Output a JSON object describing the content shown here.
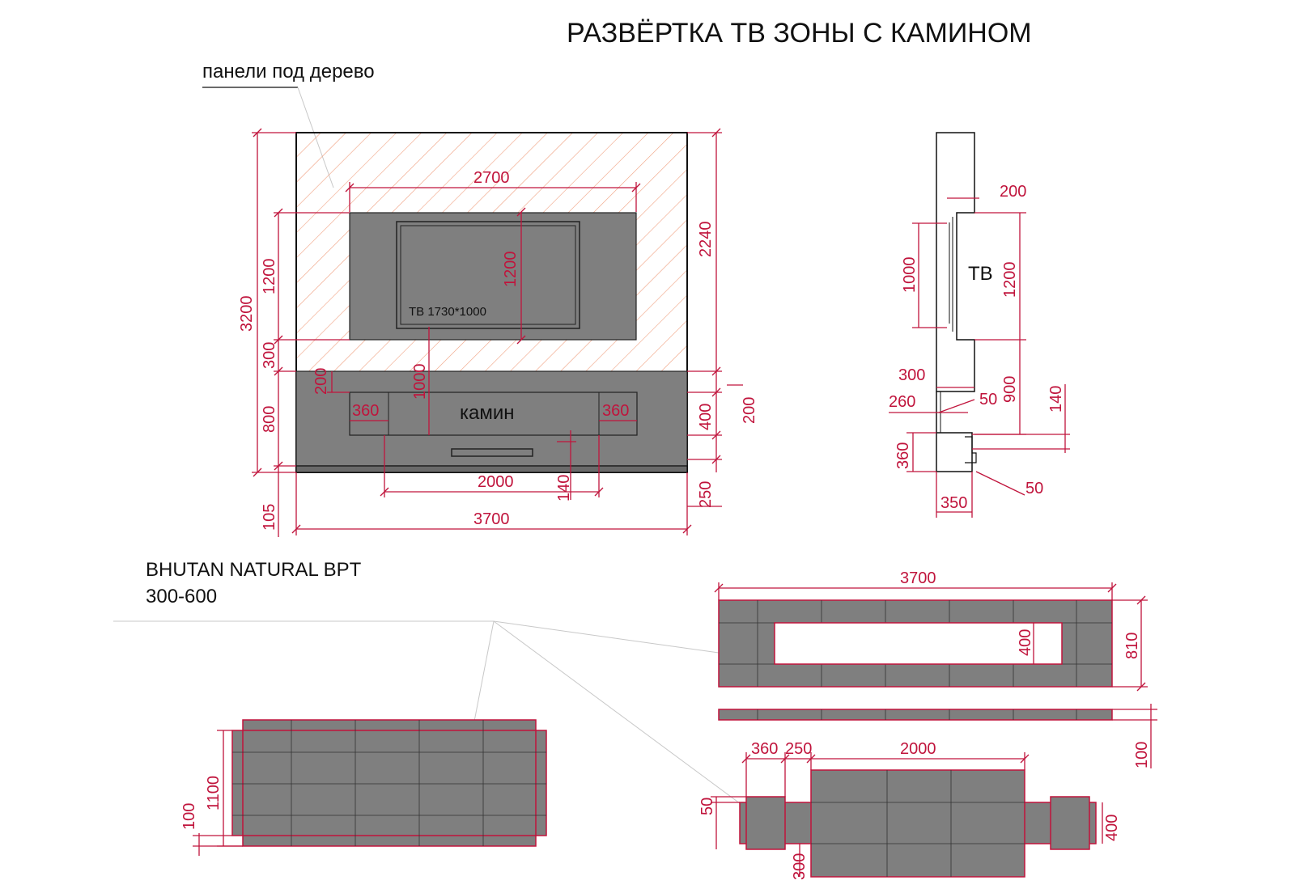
{
  "title": "РАЗВЁРТКА ТВ ЗОНЫ С КАМИНОМ",
  "notes": {
    "panels": "панели под дерево",
    "material_line1": "BHUTAN NATURAL BPT",
    "material_line2": "300-600"
  },
  "front_view": {
    "tv_label": "ТВ 1730*1000",
    "fireplace_label": "камин",
    "dims": {
      "tv_niche_width": "2700",
      "tv_niche_height": "1200",
      "total_height": "3200",
      "left_1200": "1200",
      "left_300": "300",
      "left_800": "800",
      "left_105": "105",
      "right_2240": "2240",
      "right_400": "400",
      "right_250": "250",
      "right_200": "200",
      "fire_1000": "1000",
      "side_200": "200",
      "side_360_left": "360",
      "side_360_right": "360",
      "firebox_2000": "2000",
      "firebox_140": "140",
      "total_width": "3700"
    }
  },
  "side_view": {
    "tv_label": "ТВ",
    "dims": {
      "d200": "200",
      "d1000": "1000",
      "d1200": "1200",
      "d300": "300",
      "d900": "900",
      "d50a": "50",
      "d260": "260",
      "d140": "140",
      "d360": "360",
      "d50b": "50",
      "d350": "350"
    }
  },
  "plan_top": {
    "dims": {
      "width": "3700",
      "opening": "400",
      "depth": "810",
      "thickness": "100"
    }
  },
  "plan_bottom": {
    "dims": {
      "d360": "360",
      "d250": "250",
      "d2000": "2000",
      "d50": "50",
      "d400": "400",
      "d300": "300"
    }
  },
  "plan_left": {
    "dims": {
      "d1100": "1100",
      "d100": "100"
    }
  }
}
